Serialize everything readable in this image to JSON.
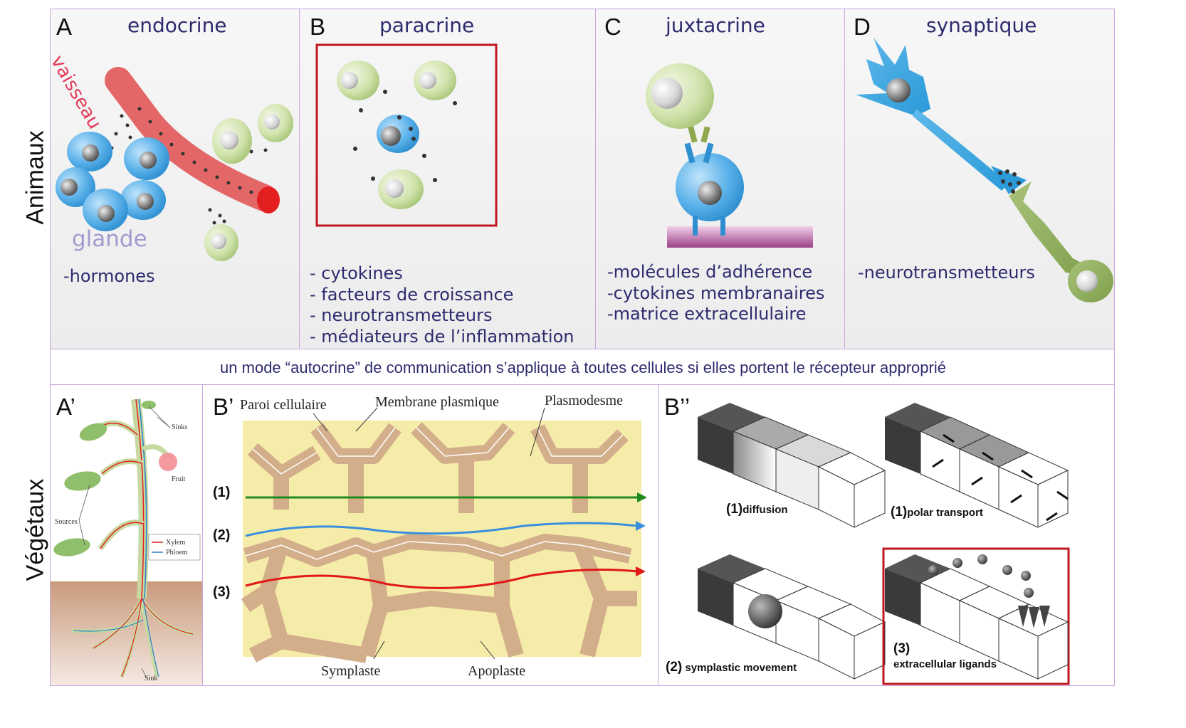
{
  "row_labels": {
    "animals": "Animaux",
    "plants": "Végétaux"
  },
  "panels": {
    "A": {
      "letter": "A",
      "title": "endocrine",
      "vessel_label": "vaisseau",
      "gland_label": "glande",
      "items": [
        "-hormones"
      ]
    },
    "B": {
      "letter": "B",
      "title": "paracrine",
      "items": [
        "- cytokines",
        "- facteurs de croissance",
        "- neurotransmetteurs",
        "- médiateurs de l’inflammation"
      ]
    },
    "C": {
      "letter": "C",
      "title": "juxtacrine",
      "items": [
        "-molécules d’adhérence",
        "-cytokines membranaires",
        "-matrice extracellulaire"
      ]
    },
    "D": {
      "letter": "D",
      "title": "synaptique",
      "items": [
        "-neurotransmetteurs"
      ]
    }
  },
  "autocrine_note": "un mode “autocrine” de communication s’applique à toutes cellules si elles portent le récepteur approprié",
  "plant_panels": {
    "A_prime": {
      "letter": "A’",
      "sinks_label": "Sinks",
      "fruit_label": "Fruit",
      "sources_label": "Sources",
      "sink_label": "Sink",
      "legend": [
        "Xylem",
        "Phloem"
      ]
    },
    "B_prime": {
      "letter": "B’",
      "labels": {
        "wall": "Paroi cellulaire",
        "membrane": "Membrane plasmique",
        "plasmodesm": "Plasmodesme",
        "symplast": "Symplaste",
        "apoplast": "Apoplaste"
      },
      "paths": [
        "(1)",
        "(2)",
        "(3)"
      ]
    },
    "B_double": {
      "letter": "B’’",
      "diagrams": [
        {
          "num": "(1)",
          "label": "diffusion"
        },
        {
          "num": "(1)",
          "label": "polar transport"
        },
        {
          "num": "(2)",
          "label": "symplastic movement"
        },
        {
          "num": "(3)",
          "label": "extracellular ligands"
        }
      ]
    }
  },
  "colors": {
    "title_text": "#2d2b6e",
    "panel_border": "#c9a6e0",
    "highlight_box": "#c0161f",
    "blue_cell": "#4ea7e0",
    "green_cell": "#c8dca0",
    "vessel": "#e06262",
    "xylem": "#e02020",
    "phloem": "#2a7fd0",
    "path1": "#1f8a1f",
    "path2": "#3a8fdd",
    "path3": "#e01818"
  }
}
